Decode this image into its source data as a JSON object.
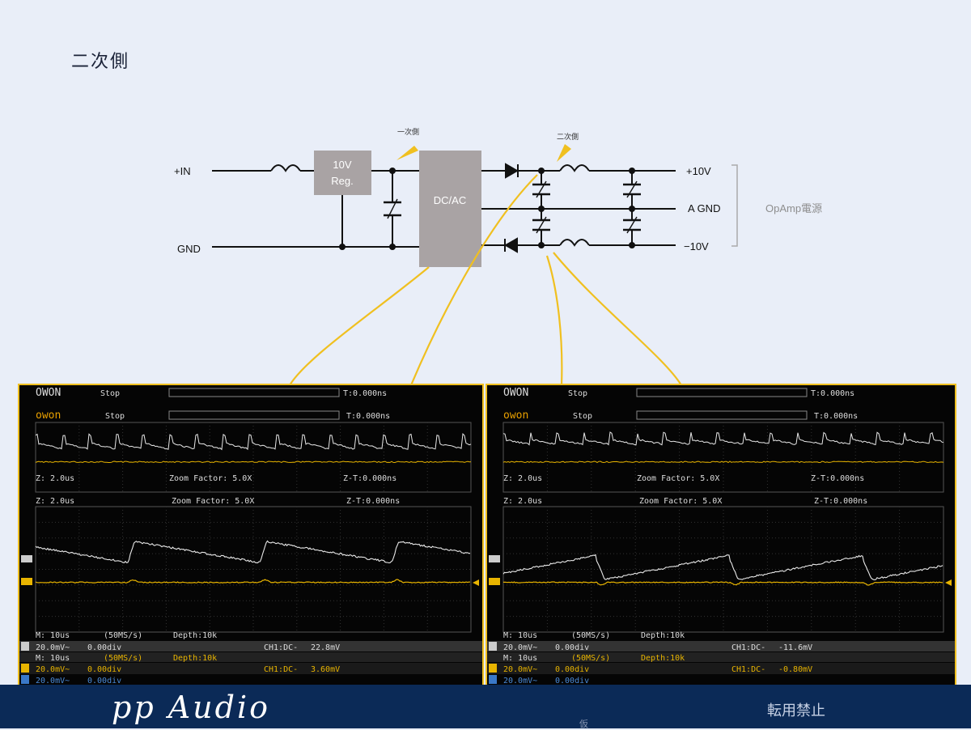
{
  "page": {
    "title": "二次側"
  },
  "circuit": {
    "label_in": "+IN",
    "label_gnd": "GND",
    "reg_line1": "10V",
    "reg_line2": "Reg.",
    "dcac": "DC/AC",
    "out_pos": "+10V",
    "out_agnd": "A GND",
    "out_neg": "−10V",
    "opamp": "OpAmp電源",
    "primary_label": "一次側",
    "secondary_label": "二次側"
  },
  "scopes": [
    {
      "brand": "OWON",
      "brand_front": "owon",
      "mode": "Stop",
      "t_offset": "T:0.000ns",
      "zoom_z": "Z: 2.0us",
      "zoom_factor": "Zoom Factor: 5.0X",
      "zoom_zt": "Z-T:0.000ns",
      "m_time": "M: 10us",
      "rate": "(50MS/s)",
      "depth": "Depth:10k",
      "ch1_scale": "20.0mV~",
      "ch1_div": "0.00div",
      "ch1_trig": "CH1:DC-",
      "trig_val_back": "22.8mV",
      "trig_val": "3.60mV",
      "ch2_scale": "20.0mV~",
      "ch2_div": "0.00div",
      "m_time_front": "M: 10us",
      "rate_front": "(50MS/s)",
      "depth_front": "Depth:10k"
    },
    {
      "brand": "OWON",
      "brand_front": "owon",
      "mode": "Stop",
      "t_offset": "T:0.000ns",
      "zoom_z": "Z: 2.0us",
      "zoom_factor": "Zoom Factor: 5.0X",
      "zoom_zt": "Z-T:0.000ns",
      "m_time": "M: 10us",
      "rate": "(50MS/s)",
      "depth": "Depth:10k",
      "ch1_scale": "20.0mV~",
      "ch1_div": "0.00div",
      "ch1_trig": "CH1:DC-",
      "trig_val_back": "-11.6mV",
      "trig_val": "-0.80mV",
      "ch2_scale": "20.0mV~",
      "ch2_div": "0.00div",
      "m_time_front": "M: 10us",
      "rate_front": "(50MS/s)",
      "depth_front": "Depth:10k"
    }
  ],
  "footer": {
    "brand": "pp Audio",
    "notice": "転用禁止",
    "mark": "仮"
  },
  "colors": {
    "background": "#e9eef8",
    "footer": "#0b2a57",
    "callout": "#f0c020",
    "trace_ch1": "#e8e8e8",
    "trace_ch2": "#e8b400",
    "block": "#a9a3a4"
  }
}
